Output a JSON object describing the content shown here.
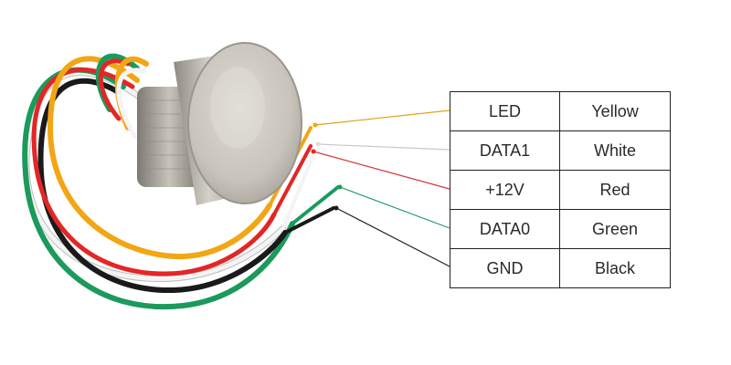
{
  "wiring": [
    {
      "signal": "LED",
      "color_name": "Yellow",
      "wire_color": "#f2a614"
    },
    {
      "signal": "DATA1",
      "color_name": "White",
      "wire_color": "#eeeeee"
    },
    {
      "signal": "+12V",
      "color_name": "Red",
      "wire_color": "#e32626"
    },
    {
      "signal": "DATA0",
      "color_name": "Green",
      "wire_color": "#1b9a5c"
    },
    {
      "signal": "GND",
      "color_name": "Black",
      "wire_color": "#1a1a1a"
    }
  ],
  "device": {
    "type": "round metal button reader",
    "face_color": "#c9c6be",
    "body_color": "#b7b3aa"
  },
  "leader_line_colors": [
    "#e0a020",
    "#c9c9c9",
    "#d23a3a",
    "#1f9a63",
    "#222222"
  ]
}
